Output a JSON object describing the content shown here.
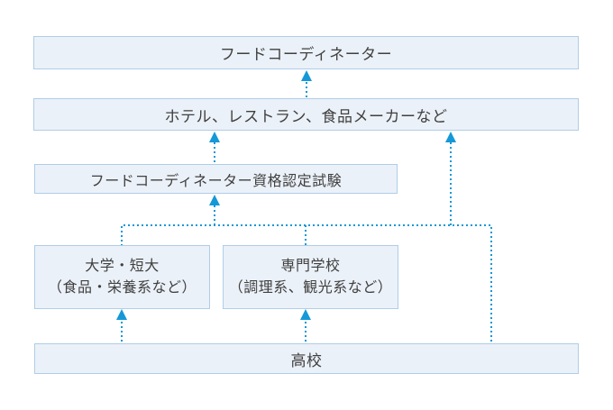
{
  "diagram": {
    "colors": {
      "arrow": "#1598d7",
      "box_fill": "#ebf1f8",
      "box_border": "#afcde7",
      "text": "#404040",
      "background": "#ffffff"
    },
    "nodes": {
      "food_coordinator": {
        "label": "フードコーディネーター"
      },
      "employers": {
        "label": "ホテル、レストラン、食品メーカーなど"
      },
      "exam": {
        "label": "フードコーディネーター資格認定試験"
      },
      "university": {
        "label": "大学・短大",
        "sublabel": "（食品・栄養系など）"
      },
      "vocational": {
        "label": "専門学校",
        "sublabel": "（調理系、観光系など）"
      },
      "high_school": {
        "label": "高校"
      }
    },
    "edges": [
      {
        "from": "high_school",
        "to": "university",
        "style": "dotted-arrow"
      },
      {
        "from": "high_school",
        "to": "vocational",
        "style": "dotted-arrow"
      },
      {
        "from": "high_school",
        "to": "employers",
        "style": "dotted-arrow"
      },
      {
        "from": "university",
        "to": "exam",
        "style": "dotted-arrow"
      },
      {
        "from": "vocational",
        "to": "exam",
        "style": "dotted-arrow"
      },
      {
        "from": "university",
        "to": "employers",
        "style": "dotted-arrow"
      },
      {
        "from": "vocational",
        "to": "employers",
        "style": "dotted-arrow"
      },
      {
        "from": "exam",
        "to": "employers",
        "style": "dotted-arrow"
      },
      {
        "from": "employers",
        "to": "food_coordinator",
        "style": "dotted-arrow"
      }
    ]
  }
}
